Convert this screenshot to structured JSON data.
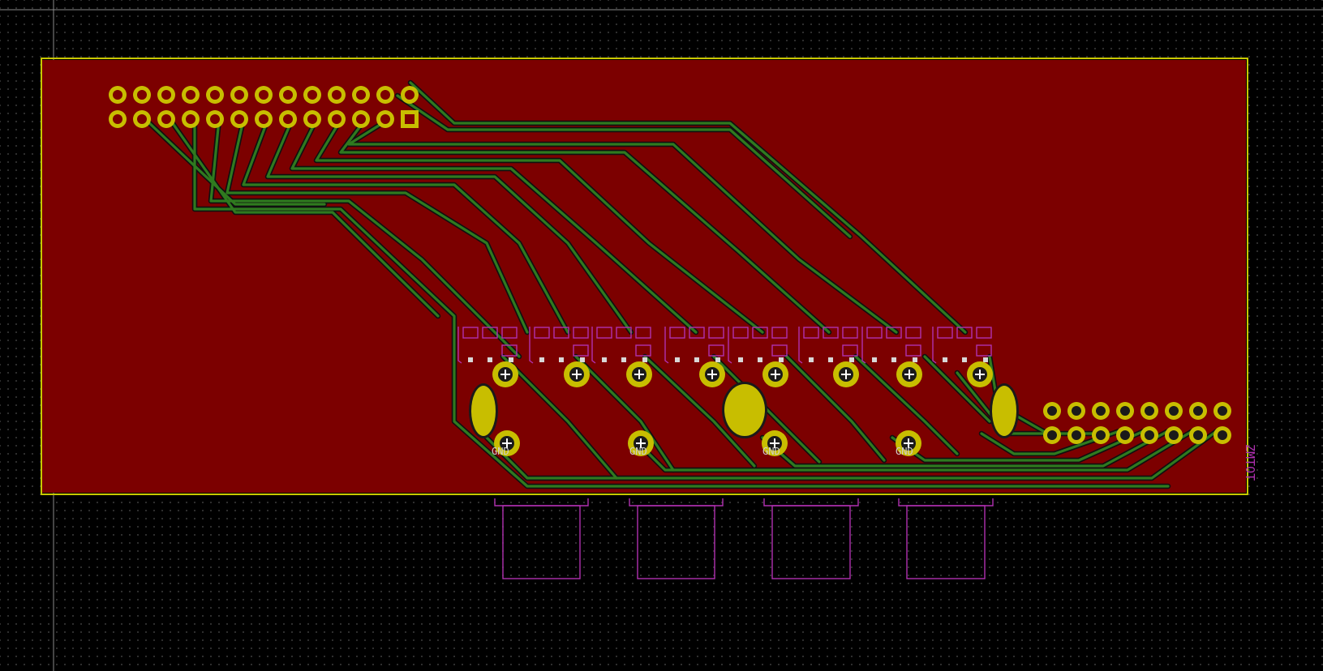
{
  "window": {
    "title": ""
  },
  "colors": {
    "background": "#000000",
    "grid_dot": "#3a3a3a",
    "board_edge": "#c8c800",
    "copper_pour": "#7c0000",
    "trace": "#2f7a1f",
    "trace_clearance": "#101010",
    "pad": "#c8be00",
    "pad_hole": "#1a1a1a",
    "silkscreen": "#b030b0",
    "hole_marker": "#ffffff"
  },
  "labels": {
    "gnd_1": "GND",
    "gnd_2": "GND",
    "gnd_3": "GND",
    "gnd_4": "GND",
    "board_ref": "ZMTOT"
  },
  "icons": {
    "pad": "round-pad",
    "square_pad": "square-pad",
    "oval_pad": "oval-pad",
    "jack": "audio-jack-outline"
  }
}
